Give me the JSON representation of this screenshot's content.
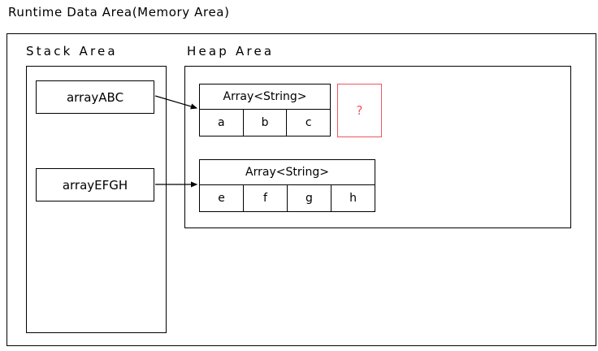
{
  "title": "Runtime Data Area(Memory Area)",
  "areas": {
    "stack": {
      "label": "Stack Area"
    },
    "heap": {
      "label": "Heap Area"
    }
  },
  "stack_variables": [
    {
      "name": "arrayABC",
      "label": "arrayABC"
    },
    {
      "name": "arrayEFGH",
      "label": "arrayEFGH"
    }
  ],
  "heap_objects": [
    {
      "name": "array-abc",
      "type_label": "Array<String>",
      "cells": [
        "a",
        "b",
        "c"
      ]
    },
    {
      "name": "array-efgh",
      "type_label": "Array<String>",
      "cells": [
        "e",
        "f",
        "g",
        "h"
      ]
    }
  ],
  "unknown_box": {
    "label": "?",
    "color": "#f2555a"
  },
  "arrows": [
    {
      "name": "arrayABC-to-array-abc",
      "from": "arrayABC",
      "to": "array-abc"
    },
    {
      "name": "arrayEFGH-to-array-efgh",
      "from": "arrayEFGH",
      "to": "array-efgh"
    }
  ],
  "colors": {
    "stroke": "#000000",
    "background": "#ffffff",
    "accent_red": "#f2555a"
  }
}
